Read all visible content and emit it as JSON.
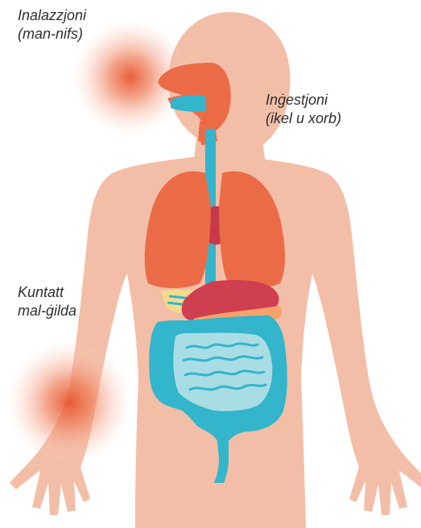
{
  "labels": {
    "inhalation": {
      "line1": "Inalazzjoni",
      "line2": "(man-nifs)"
    },
    "ingestion": {
      "line1": "Inġestjoni",
      "line2": "(ikel u xorb)"
    },
    "skin_contact": {
      "line1": "Kuntatt",
      "line2": "mal-ġilda"
    }
  },
  "colors": {
    "skin": "#f3bea7",
    "organ_orange": "#ec6b47",
    "organ_cyan": "#33b5cb",
    "intestine_light": "#a9dde5",
    "stomach": "#cf3f4f",
    "heart": "#c7384a",
    "highlight": "#e8552e",
    "pancreas": "#f6a36b",
    "liver_stripes": "#f2dc8c",
    "text": "#2e2e2e"
  },
  "icons": [
    "human-body-silhouette",
    "lungs-icon",
    "trachea-icon",
    "stomach-icon",
    "intestines-icon",
    "mouth-nose-icon"
  ]
}
